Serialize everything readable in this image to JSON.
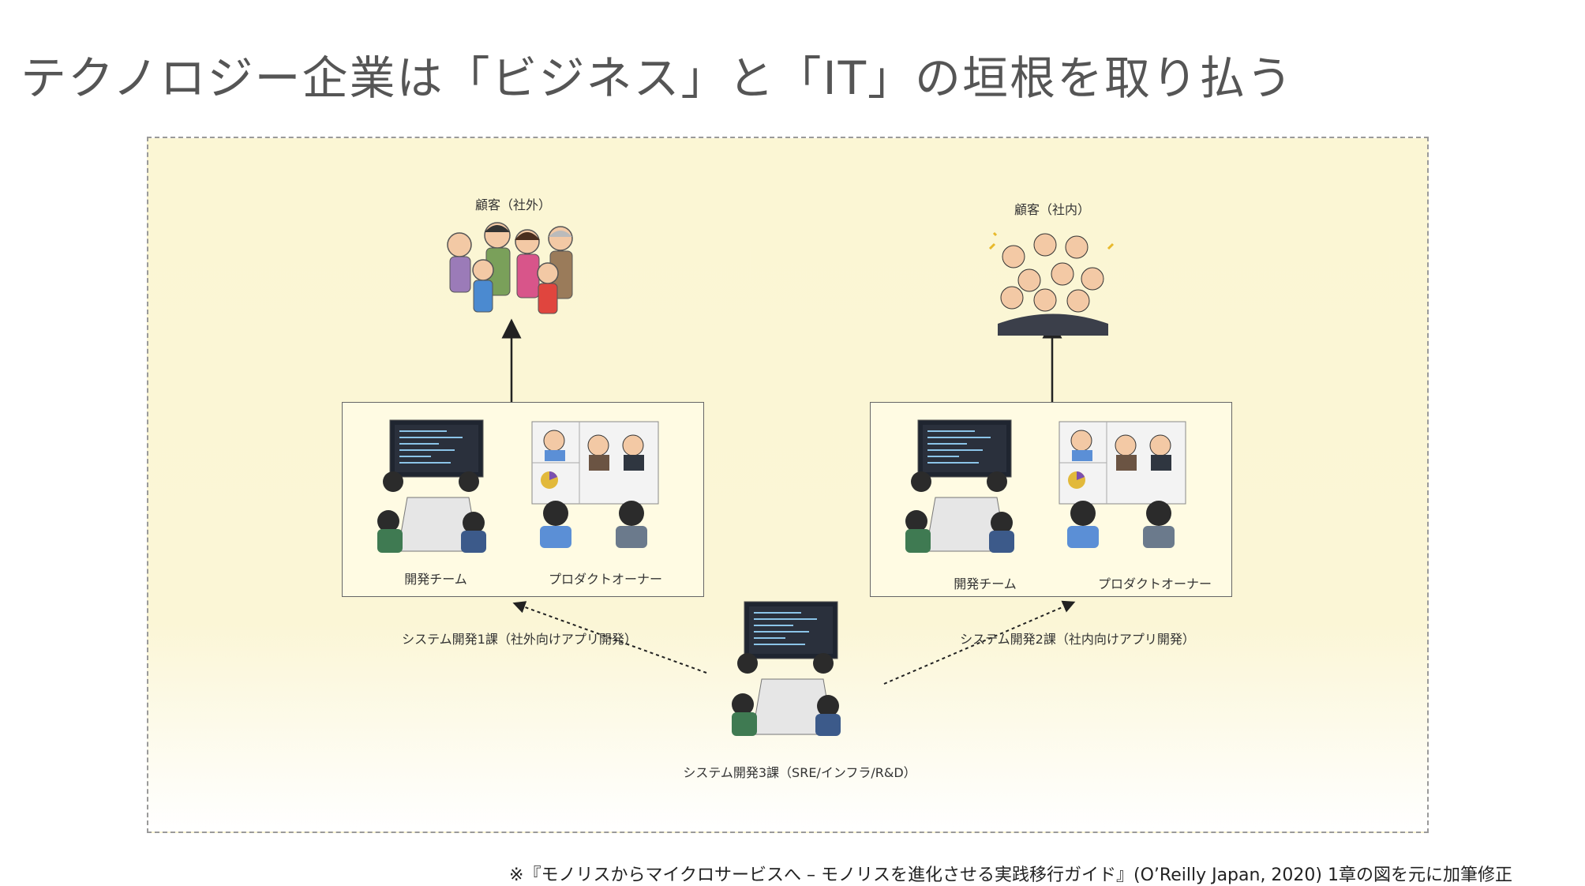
{
  "title": "テクノロジー企業は「ビジネス」と「IT」の垣根を取り払う",
  "diagram": {
    "left_group": {
      "customer_label": "顧客（社外）",
      "dev_team_label": "開発チーム",
      "product_owner_label": "プロダクトオーナー",
      "section_label": "システム開発1課（社外向けアプリ開発）"
    },
    "right_group": {
      "customer_label": "顧客（社内）",
      "dev_team_label": "開発チーム",
      "product_owner_label": "プロダクトオーナー",
      "section_label": "システム開発2課（社内向けアプリ開発）"
    },
    "bottom_group": {
      "section_label": "システム開発3課（SRE/インフラ/R&D）"
    }
  },
  "footnote": "※『モノリスからマイクロサービスへ – モノリスを進化させる実践移行ガイド』(O’Reilly Japan, 2020) 1章の図を元に加筆修正",
  "colors": {
    "background": "#fbf6d4",
    "box_border": "#666666",
    "arrow": "#222222"
  }
}
